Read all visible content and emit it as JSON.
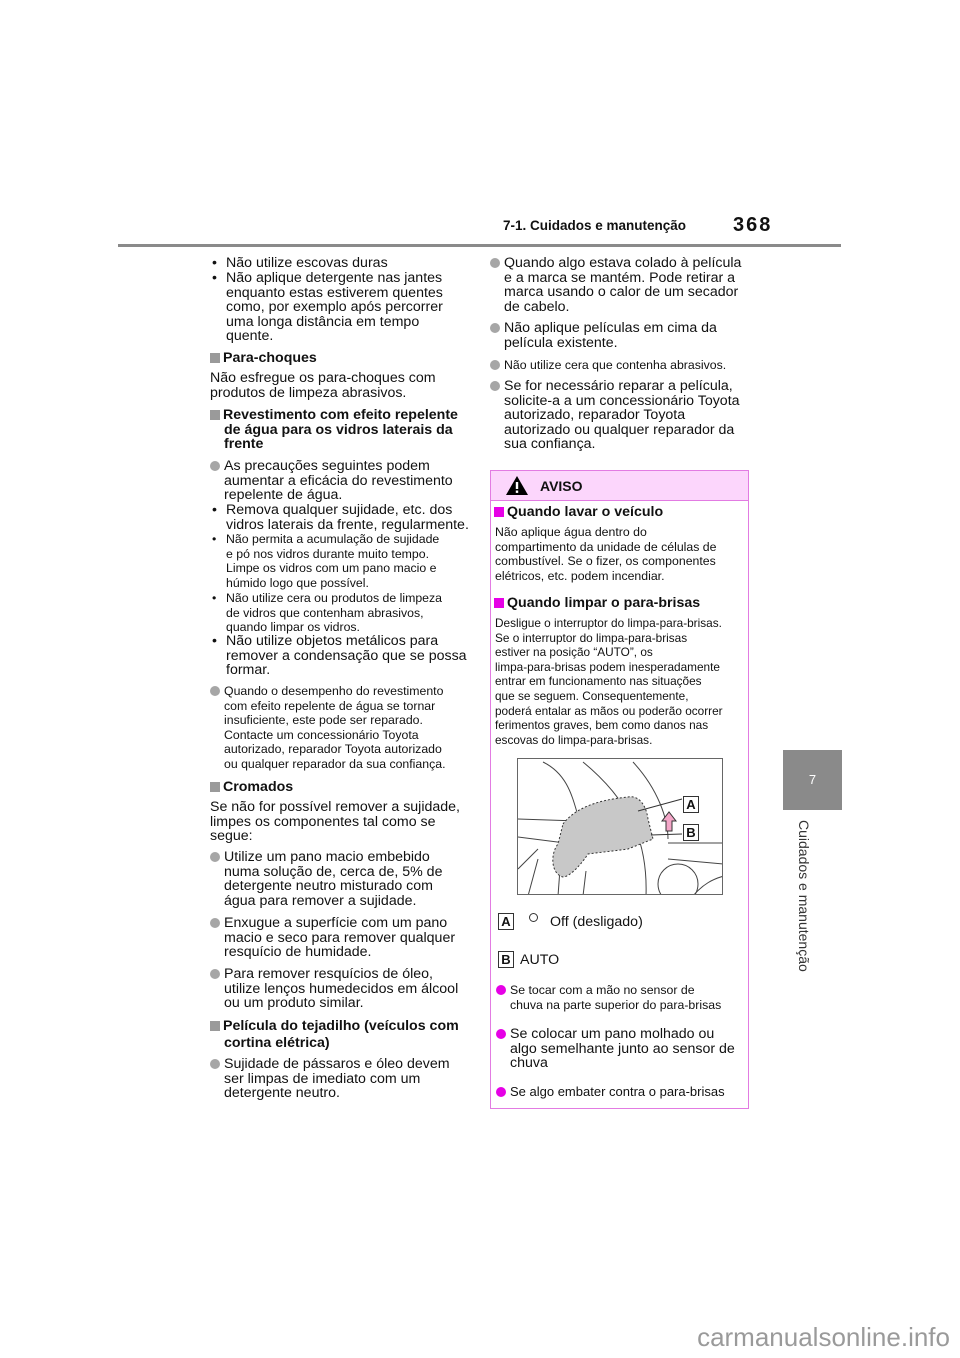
{
  "header": {
    "section": "7-1. Cuidados e manutenção",
    "page_number": "368"
  },
  "side_tab": {
    "number": "7",
    "title": "Cuidados e manutenção"
  },
  "left": {
    "b1": "Não utilize escovas duras",
    "b2": "Não aplique detergente nas jantes\nenquanto estas estiverem quentes\ncomo, por exemplo após percorrer\numa longa distância em tempo\nquente.",
    "h_para": "Para-choques",
    "p_para": "Não esfregue os para-choques com\nprodutos de limpeza abrasivos.",
    "h_rev": "Revestimento com efeito repelente\nde água para os vidros laterais da\nfrente",
    "d1": "As precauções seguintes podem\naumentar a eficácia do revestimento\nrepelente de água.",
    "s1": "Remova qualquer sujidade, etc. dos\nvidros laterais da frente, regularmente.",
    "s2": "Não permita a acumulação de sujidade\ne pó nos vidros durante muito tempo.\nLimpe os vidros com um pano macio e\nhúmido logo que possível.",
    "s3": "Não utilize cera ou produtos de limpeza\nde vidros que contenham abrasivos,\nquando limpar os vidros.",
    "s4": "Não utilize objetos metálicos para\nremover a condensação que se possa\nformar.",
    "d2": "Quando o desempenho do revestimento\ncom efeito repelente de água se tornar\ninsuficiente, este pode ser reparado.\nContacte um concessionário Toyota\nautorizado, reparador Toyota autorizado\nou qualquer reparador da sua confiança.",
    "h_crom": "Cromados",
    "p_crom": "Se não for possível remover a sujidade,\nlimpes os componentes tal como se\nsegue:",
    "d3": "Utilize um pano macio embebido\nnuma solução de, cerca de, 5% de\ndetergente neutro misturado com\nágua para remover a sujidade.",
    "d4": "Enxugue a superfície com um pano\nmacio e seco para remover qualquer\nresquício de humidade.",
    "d5": "Para remover resquícios de óleo,\nutilize lenços humedecidos em álcool\nou um produto similar.",
    "h_pel": "Película do tejadilho (veículos com\ncortina elétrica)",
    "d6": "Sujidade de pássaros e óleo devem\nser limpas de imediato com um\ndetergente neutro."
  },
  "right": {
    "d1": "Quando algo estava colado à película\ne a marca se mantém. Pode retirar a\nmarca usando o calor de um secador\nde cabelo.",
    "d2": "Não aplique películas em cima da\npelícula existente.",
    "d3": "Não utilize cera que contenha abrasivos.",
    "d4": "Se for necessário reparar a película,\nsolicite-a a um concessionário Toyota\nautorizado, reparador Toyota\nautorizado ou qualquer reparador da\nsua confiança."
  },
  "warning": {
    "title": "AVISO",
    "h1": "Quando lavar o veículo",
    "p1": "Não aplique água dentro do\ncompartimento da unidade de células de\ncombustível. Se o fizer, os componentes\nelétricos, etc. podem incendiar.",
    "h2": "Quando limpar o para-brisas",
    "p2": "Desligue o interruptor do limpa-para-brisas.\nSe o interruptor do limpa-para-brisas\nestiver na posição “AUTO”, os\nlimpa-para-brisas podem inesperadamente\nentrar em funcionamento nas situações\nque se seguem. Consequentemente,\npoderá entalar as mãos ou poderão ocorrer\nferimentos graves, bem como danos nas\nescovas do limpa-para-brisas.",
    "fig_label_a": "A",
    "fig_label_b": "B",
    "legend_a": "Off (desligado)",
    "legend_b": "AUTO",
    "d1": "Se tocar com a mão no sensor de\nchuva na parte superior do para-brisas",
    "d2": "Se colocar um pano molhado ou\nalgo semelhante junto ao sensor de\nchuva",
    "d3": "Se algo embater contra o para-brisas"
  },
  "watermark": "carmanualsonline.info",
  "colors": {
    "accent": "#e600e6",
    "box_header": "#fcd6fc",
    "gray": "#8a8a8a"
  }
}
